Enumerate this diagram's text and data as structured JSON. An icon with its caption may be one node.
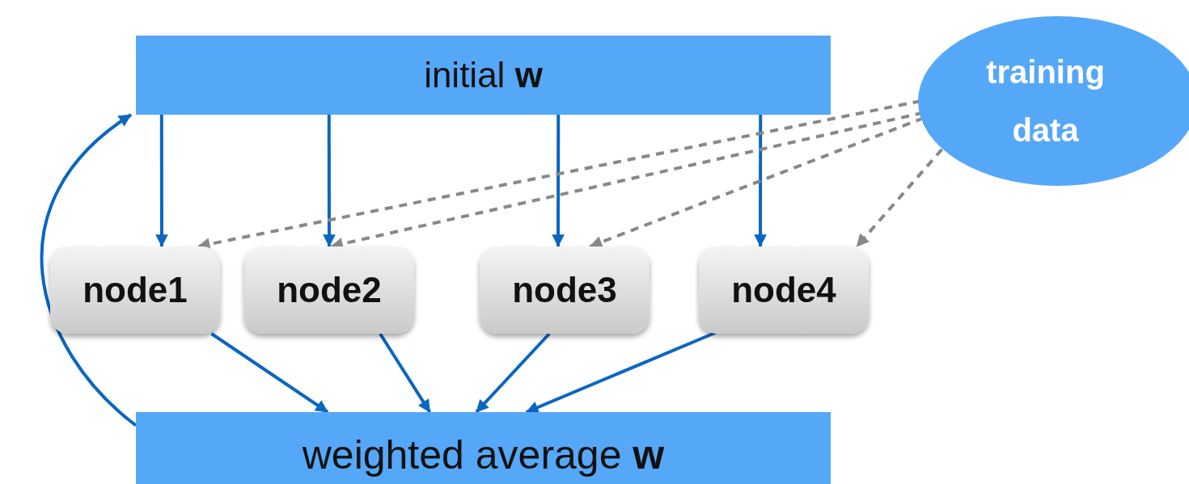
{
  "diagram": {
    "nodes": [
      {
        "text": [
          "initial **w**"
        ]
      },
      {
        "text": [
          "training data"
        ]
      },
      {
        "text": [
          "node1"
        ]
      },
      {
        "text": [
          "node2"
        ]
      },
      {
        "text": [
          "node3"
        ]
      },
      {
        "text": [
          "node4"
        ]
      },
      {
        "text": [
          "weighted average **w**"
        ]
      }
    ],
    "edges": [
      {
        "from": 0,
        "to": 2,
        "arrow": "to"
      },
      {
        "from": 0,
        "to": 3,
        "arrow": "to"
      },
      {
        "from": 0,
        "to": 4,
        "arrow": "to"
      },
      {
        "from": 0,
        "to": 5,
        "arrow": "to"
      },
      {
        "from": 1,
        "to": 2,
        "arrow": "to",
        "style": "dashed",
        "color": "#888888"
      },
      {
        "from": 1,
        "to": 3,
        "arrow": "to",
        "style": "dashed",
        "color": "#888888"
      },
      {
        "from": 1,
        "to": 4,
        "arrow": "to",
        "style": "dashed",
        "color": "#888888"
      },
      {
        "from": 1,
        "to": 5,
        "arrow": "to",
        "style": "dashed",
        "color": "#888888"
      },
      {
        "from": 2,
        "to": 6,
        "arrow": "to"
      },
      {
        "from": 3,
        "to": 6,
        "arrow": "to"
      },
      {
        "from": 4,
        "to": 6,
        "arrow": "to"
      },
      {
        "from": 5,
        "to": 6,
        "arrow": "to"
      },
      {
        "from": 6,
        "to": 0,
        "arrow": "to"
      }
    ]
  }
}
